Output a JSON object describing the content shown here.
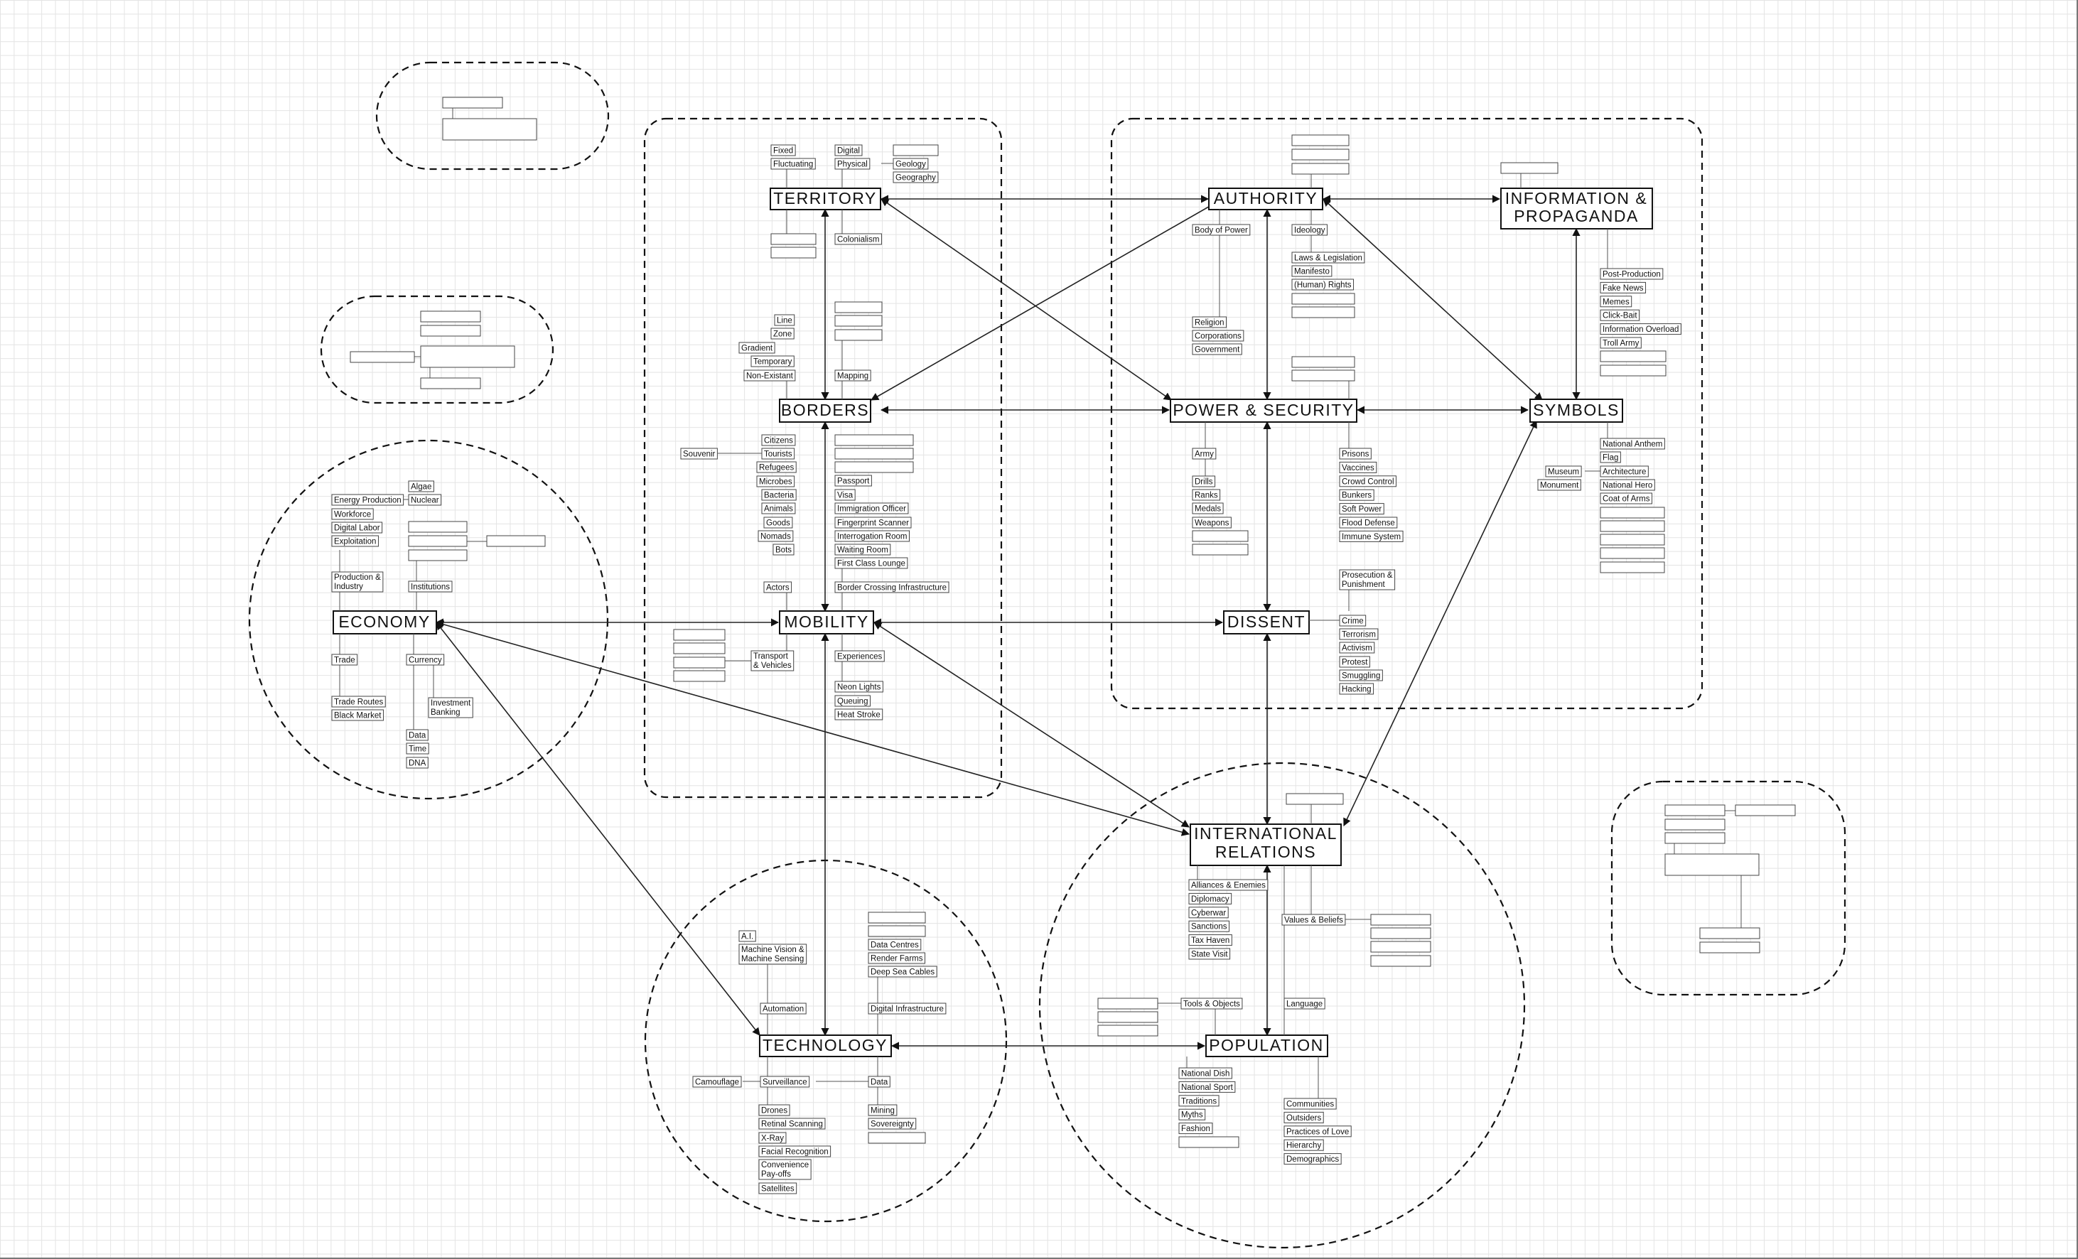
{
  "colors": {
    "ink": "#111111",
    "grid": "#e4e4e4",
    "background": "#ffffff"
  },
  "diagram": {
    "main_nodes": {
      "territory": "TERRITORY",
      "borders": "BORDERS",
      "mobility": "MOBILITY",
      "authority": "AUTHORITY",
      "info_line1": "INFORMATION &",
      "info_line2": "PROPAGANDA",
      "power": "POWER & SECURITY",
      "symbols": "SYMBOLS",
      "dissent": "DISSENT",
      "economy": "ECONOMY",
      "ir_line1": "INTERNATIONAL",
      "ir_line2": "RELATIONS",
      "technology": "TECHNOLOGY",
      "population": "POPULATION"
    },
    "labels": {
      "territory": [
        "Fixed",
        "Fluctuating",
        "Digital",
        "Physical",
        "Geology",
        "Geography",
        "Colonialism"
      ],
      "borders": [
        "Line",
        "Zone",
        "Gradient",
        "Temporary",
        "Non-Existant",
        "Mapping"
      ],
      "mobility": [
        "Citizens",
        "Tourists",
        "Souvenir",
        "Refugees",
        "Microbes",
        "Bacteria",
        "Animals",
        "Goods",
        "Nomads",
        "Bots",
        "Actors",
        "Passport",
        "Visa",
        "Immigration Officer",
        "Fingerprint Scanner",
        "Interrogation Room",
        "Waiting Room",
        "First Class Lounge",
        "Border Crossing Infrastructure",
        "Transport",
        "& Vehicles",
        "Experiences",
        "Neon Lights",
        "Queuing",
        "Heat Stroke"
      ],
      "authority": [
        "Body of Power",
        "Ideology",
        "Laws & Legislation",
        "Manifesto",
        "(Human) Rights",
        "Religion",
        "Corporations",
        "Government"
      ],
      "information": [
        "Post-Production",
        "Fake News",
        "Memes",
        "Click-Bait",
        "Information Overload",
        "Troll Army"
      ],
      "power": [
        "Army",
        "Drills",
        "Ranks",
        "Medals",
        "Weapons",
        "Prisons",
        "Vaccines",
        "Crowd Control",
        "Bunkers",
        "Soft Power",
        "Flood Defense",
        "Immune System"
      ],
      "symbols": [
        "National Anthem",
        "Flag",
        "Museum",
        "Architecture",
        "Monument",
        "National Hero",
        "Coat of Arms"
      ],
      "dissent": [
        "Prosecution &",
        "Punishment",
        "Crime",
        "Terrorism",
        "Activism",
        "Protest",
        "Smuggling",
        "Hacking"
      ],
      "economy": [
        "Algae",
        "Energy Production",
        "Nuclear",
        "Workforce",
        "Digital Labor",
        "Exploitation",
        "Production &",
        "Industry",
        "Institutions",
        "Trade",
        "Currency",
        "Trade Routes",
        "Black Market",
        "Investment",
        "Banking",
        "Data",
        "Time",
        "DNA"
      ],
      "international": [
        "Alliances & Enemies",
        "Diplomacy",
        "Cyberwar",
        "Sanctions",
        "Tax Haven",
        "State Visit",
        "Values & Beliefs"
      ],
      "technology": [
        "A.I.",
        "Machine Vision &",
        "Machine Sensing",
        "Automation",
        "Data Centres",
        "Render Farms",
        "Deep Sea Cables",
        "Digital Infrastructure",
        "Camouflage",
        "Surveillance",
        "Data",
        "Drones",
        "Retinal Scanning",
        "X-Ray",
        "Facial Recognition",
        "Convenience",
        "Pay-offs",
        "Satellites",
        "Mining",
        "Sovereignty"
      ],
      "population": [
        "Tools & Objects",
        "Language",
        "National Dish",
        "National Sport",
        "Traditions",
        "Myths",
        "Fashion",
        "Communities",
        "Outsiders",
        "Practices of Love",
        "Hierarchy",
        "Demographics"
      ]
    }
  }
}
